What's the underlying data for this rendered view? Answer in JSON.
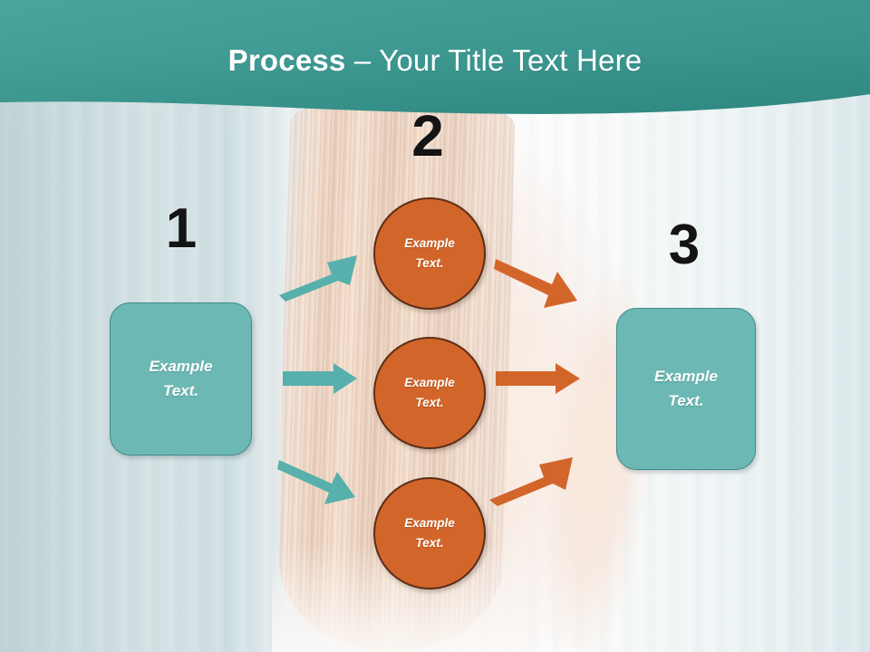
{
  "slide": {
    "title_strong": "Process",
    "title_rest": " – Your Title Text Here",
    "header_color": "#3e9a93",
    "header_color_dark": "#2f867f",
    "accent_teal": "#6cb8b4",
    "accent_teal_border": "#3f8a86",
    "accent_orange": "#d2662a",
    "accent_orange_border": "#5c2d16",
    "number_color": "#141414",
    "label_color": "#ffffff"
  },
  "steps": [
    {
      "number": "1",
      "shape": "rounded-rectangle",
      "label_line1": "Example",
      "label_line2": "Text."
    },
    {
      "number": "2",
      "shape": "circle",
      "label_line1": "Example",
      "label_line2": "Text."
    },
    {
      "number": "3",
      "shape": "rounded-rectangle",
      "label_line1": "Example",
      "label_line2": "Text."
    }
  ],
  "stage1": {
    "box_label_line1": "Example",
    "box_label_line2": "Text."
  },
  "stage2": {
    "circles": [
      {
        "label_line1": "Example",
        "label_line2": "Text."
      },
      {
        "label_line1": "Example",
        "label_line2": "Text."
      },
      {
        "label_line1": "Example",
        "label_line2": "Text."
      }
    ]
  },
  "stage3": {
    "box_label_line1": "Example",
    "box_label_line2": "Text."
  },
  "arrows": {
    "teal": [
      {
        "name": "teal-arrow-up",
        "direction": "up-right",
        "color": "#57b0ab"
      },
      {
        "name": "teal-arrow-right",
        "direction": "right",
        "color": "#57b0ab"
      },
      {
        "name": "teal-arrow-down",
        "direction": "down-right",
        "color": "#57b0ab"
      }
    ],
    "orange": [
      {
        "name": "orange-arrow-down",
        "direction": "down-right",
        "color": "#d2662a"
      },
      {
        "name": "orange-arrow-right",
        "direction": "right",
        "color": "#d2662a"
      },
      {
        "name": "orange-arrow-up",
        "direction": "up-right",
        "color": "#d2662a"
      }
    ]
  },
  "background": {
    "description": "photo-of-person-with-long-light-hair",
    "left_tone": "#d5e4e6",
    "right_tone": "#fbfbfb",
    "hair_tone": "#eed8c4"
  }
}
